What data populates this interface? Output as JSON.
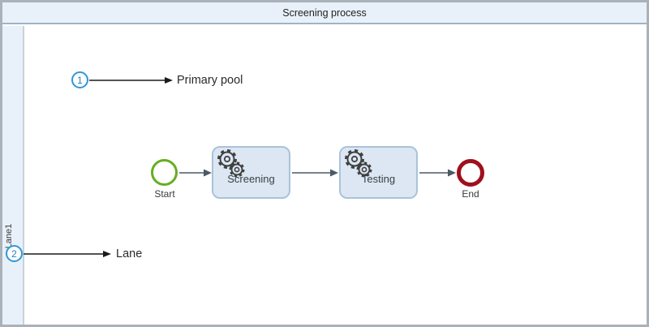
{
  "pool": {
    "title": "Screening process",
    "lane_label": "Lane1"
  },
  "process": {
    "start": {
      "label": "Start"
    },
    "tasks": [
      {
        "label": "Screening",
        "icon": "gears-service-task-icon"
      },
      {
        "label": "Testing",
        "icon": "gears-service-task-icon"
      }
    ],
    "end": {
      "label": "End"
    }
  },
  "annotations": [
    {
      "number": "1",
      "label": "Primary pool"
    },
    {
      "number": "2",
      "label": "Lane"
    }
  ],
  "colors": {
    "pool_header_bg": "#e8f1fa",
    "pool_header_border": "#9fb4c7",
    "frame_border": "#abb1b8",
    "lane_divider": "#c6d2dc",
    "task_fill": "#dce7f3",
    "task_border": "#a9c3da",
    "start_event_stroke": "#66ae22",
    "end_event_stroke": "#9e101d",
    "sequence_flow": "#4d5966",
    "annotation_accent": "#2e97d6",
    "text": "#2f2f2f"
  }
}
